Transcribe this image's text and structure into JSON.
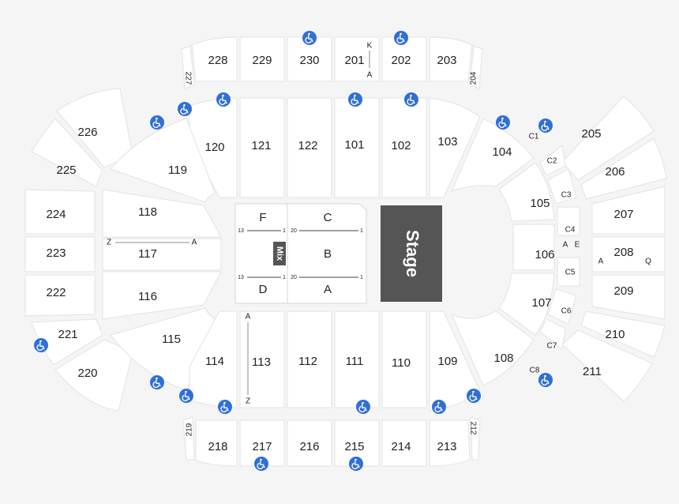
{
  "colors": {
    "accent": "#2f6fd6",
    "stage": "#555555",
    "mix": "#555555",
    "background": "#f5f5f5"
  },
  "sections_200": [
    "228",
    "229",
    "230",
    "201",
    "202",
    "203",
    "227",
    "204",
    "226",
    "225",
    "224",
    "223",
    "222",
    "221",
    "220",
    "219",
    "218",
    "217",
    "216",
    "215",
    "214",
    "213",
    "212",
    "205",
    "206",
    "207",
    "208",
    "209",
    "210",
    "211"
  ],
  "sections_100": [
    "120",
    "121",
    "122",
    "101",
    "102",
    "103",
    "119",
    "118",
    "117",
    "116",
    "115",
    "114",
    "113",
    "112",
    "111",
    "110",
    "109",
    "104",
    "105",
    "106",
    "107",
    "108"
  ],
  "floor": {
    "sections": [
      "F",
      "C",
      "B",
      "D",
      "A"
    ],
    "stage": "Stage",
    "mix": "Mix",
    "seat_13": "13",
    "seat_1": "1",
    "seat_20": "20"
  },
  "rows": {
    "k": "K",
    "a": "A",
    "z": "Z",
    "e": "E",
    "q": "Q"
  },
  "boxes": [
    "C1",
    "C2",
    "C3",
    "C4",
    "C5",
    "C6",
    "C7",
    "C8"
  ],
  "accessible_icon": "wheelchair-icon"
}
